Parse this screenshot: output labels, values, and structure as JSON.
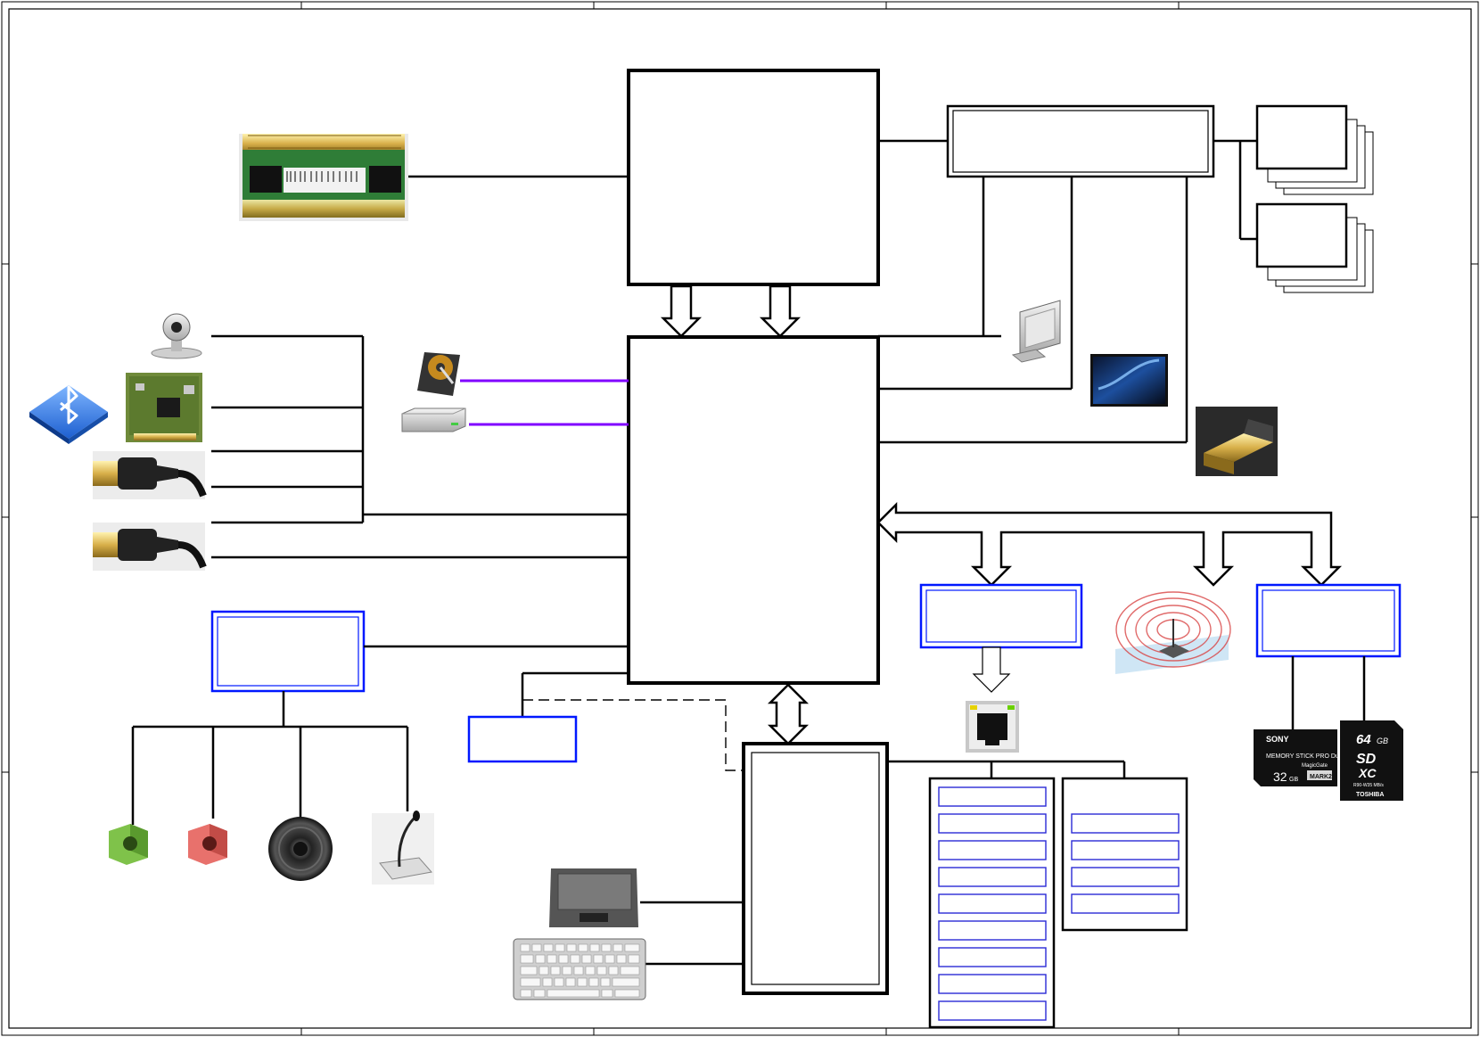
{
  "diagram": {
    "kind": "laptop-system-block-diagram",
    "labels": [],
    "colors": {
      "line": "#000000",
      "sata_bus": "#8000ff",
      "blue_box": "#0018ff",
      "slot_line": "#2a2ad6",
      "pcb_green": "#2f7d37",
      "gold": "#d8b04a"
    },
    "icons": [
      "memory-module-icon",
      "webcam-icon",
      "bluetooth-icon",
      "wireless-card-icon",
      "usb-connector-icon",
      "hard-disk-icon",
      "optical-drive-icon",
      "monitor-icon",
      "lcd-panel-icon",
      "hdmi-connector-icon",
      "ethernet-jack-icon",
      "wifi-antenna-icon",
      "memory-stick-card-icon",
      "sd-card-icon",
      "headphone-jack-icon",
      "mic-jack-icon",
      "speaker-icon",
      "microphone-icon",
      "touchpad-icon",
      "keyboard-icon"
    ],
    "card_marks": {
      "memory_stick": {
        "brand": "SONY",
        "line1": "MEMORY STICK PRO Duo",
        "line2": "MagicGate",
        "capacity": "32",
        "unit": "GB",
        "model": "MARK2"
      },
      "sd_card": {
        "capacity": "64",
        "unit": "GB",
        "logo": "SD",
        "sub": "XC",
        "speed": "R90-W35 MB/s",
        "brand": "TOSHIBA"
      }
    }
  }
}
